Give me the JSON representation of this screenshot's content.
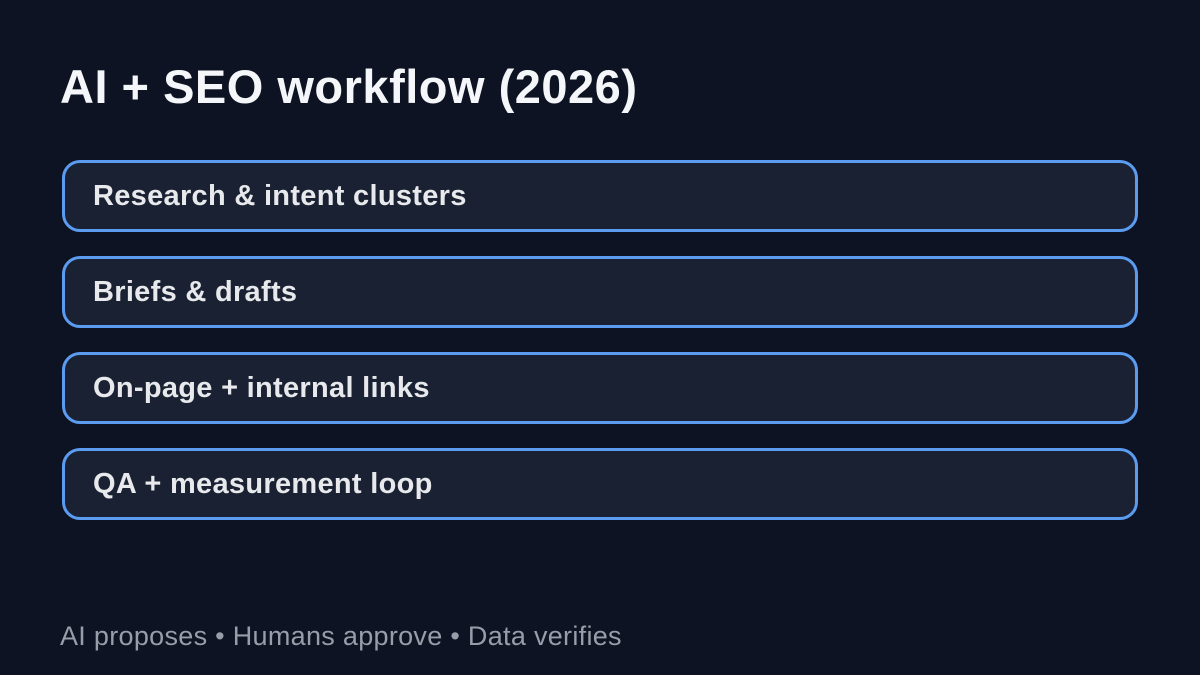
{
  "title": "AI + SEO workflow (2026)",
  "steps": [
    {
      "label": "Research & intent clusters"
    },
    {
      "label": "Briefs & drafts"
    },
    {
      "label": "On-page + internal links"
    },
    {
      "label": "QA + measurement loop"
    }
  ],
  "footer": "AI proposes • Humans approve • Data verifies",
  "colors": {
    "background": "#0d1322",
    "box_fill": "#1a2132",
    "box_border": "#5b9bf0",
    "title_text": "#f4f6f9",
    "box_text": "#e8e9ec",
    "footer_text": "#969ea9"
  }
}
